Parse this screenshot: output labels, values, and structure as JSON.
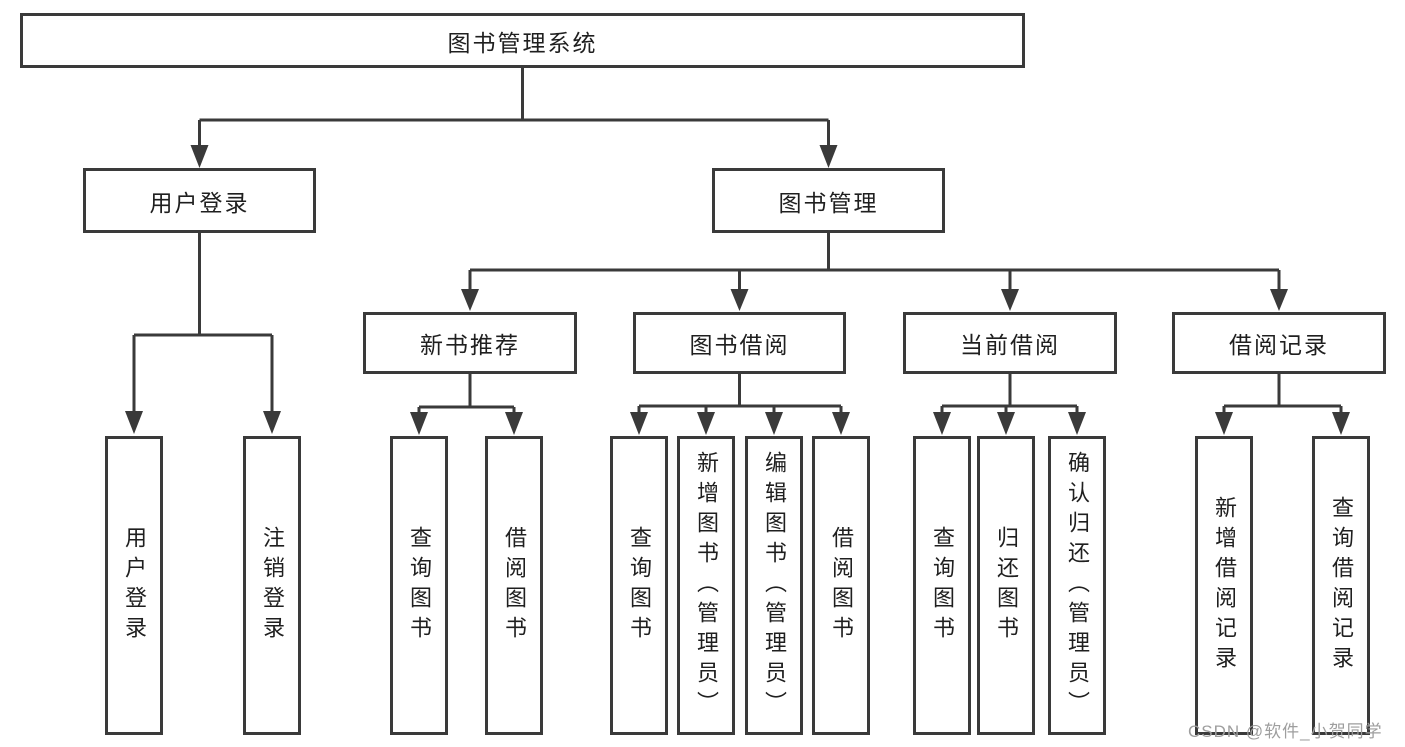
{
  "colors": {
    "background": "#ffffff",
    "line": "#3a3a3a",
    "box_border": "#3a3a3a",
    "text": "#1f1f1f",
    "watermark": "#9e9e9e"
  },
  "tree": {
    "root": {
      "label": "图书管理系统"
    },
    "user_login": {
      "label": "用户登录",
      "children": [
        {
          "label": "用户登录"
        },
        {
          "label": "注销登录"
        }
      ]
    },
    "book_management": {
      "label": "图书管理",
      "sections": [
        {
          "label": "新书推荐",
          "children": [
            {
              "label": "查询图书"
            },
            {
              "label": "借阅图书"
            }
          ]
        },
        {
          "label": "图书借阅",
          "children": [
            {
              "label": "查询图书"
            },
            {
              "label": "新增图书（管理员）"
            },
            {
              "label": "编辑图书（管理员）"
            },
            {
              "label": "借阅图书"
            }
          ]
        },
        {
          "label": "当前借阅",
          "children": [
            {
              "label": "查询图书"
            },
            {
              "label": "归还图书"
            },
            {
              "label": "确认归还（管理员）"
            }
          ]
        },
        {
          "label": "借阅记录",
          "children": [
            {
              "label": "新增借阅记录"
            },
            {
              "label": "查询借阅记录"
            }
          ]
        }
      ]
    }
  },
  "watermark": {
    "text": "CSDN @软件_小贺同学"
  }
}
